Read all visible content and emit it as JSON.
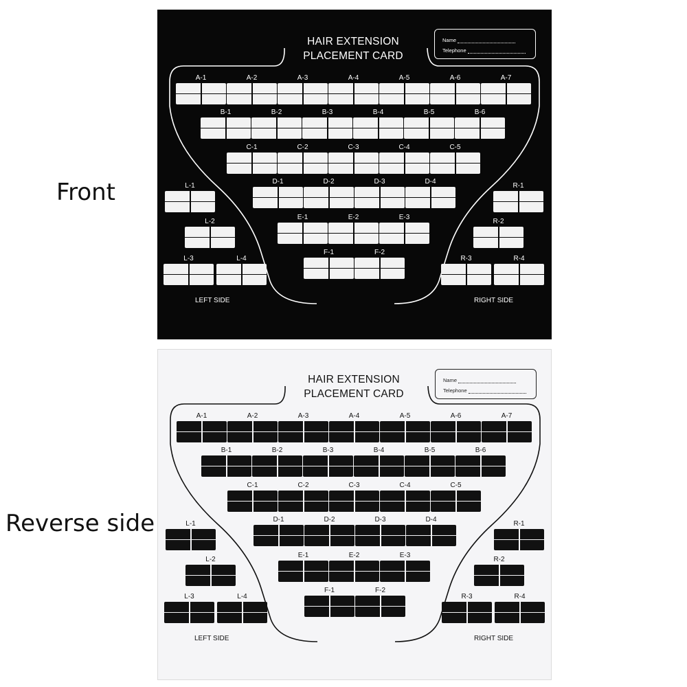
{
  "labels": {
    "front": "Front",
    "reverse": "Reverse side"
  },
  "card": {
    "title_line1": "HAIR EXTENSION",
    "title_line2": "PLACEMENT CARD",
    "name_field": "Name",
    "telephone_field": "Telephone",
    "left_side": "LEFT SIDE",
    "right_side": "RIGHT SIDE",
    "rows": [
      [
        "A-1",
        "A-2",
        "A-3",
        "A-4",
        "A-5",
        "A-6",
        "A-7"
      ],
      [
        "B-1",
        "B-2",
        "B-3",
        "B-4",
        "B-5",
        "B-6"
      ],
      [
        "C-1",
        "C-2",
        "C-3",
        "C-4",
        "C-5"
      ],
      [
        "D-1",
        "D-2",
        "D-3",
        "D-4"
      ],
      [
        "E-1",
        "E-2",
        "E-3"
      ],
      [
        "F-1",
        "F-2"
      ]
    ],
    "side_sections": [
      "L-1",
      "L-2",
      "L-3",
      "L-4",
      "R-1",
      "R-2",
      "R-3",
      "R-4"
    ]
  },
  "colors": {
    "front_card": "#080808",
    "front_ink": "#ffffff",
    "front_slot": "#f2f2f2",
    "reverse_card": "#f5f5f7",
    "reverse_ink": "#111111",
    "reverse_slot": "#111111"
  }
}
